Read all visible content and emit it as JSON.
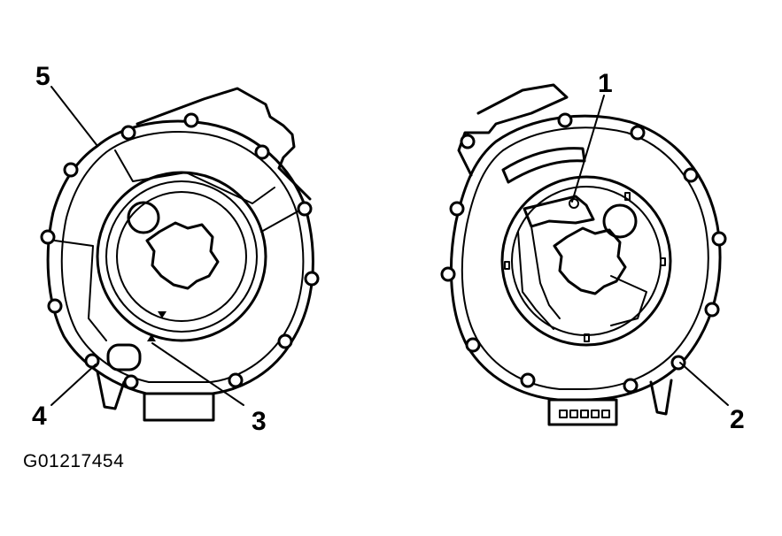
{
  "figure": {
    "id_text": "G01217454",
    "callouts": [
      {
        "key": "c1",
        "label": "1"
      },
      {
        "key": "c2",
        "label": "2"
      },
      {
        "key": "c3",
        "label": "3"
      },
      {
        "key": "c4",
        "label": "4"
      },
      {
        "key": "c5",
        "label": "5"
      }
    ]
  }
}
